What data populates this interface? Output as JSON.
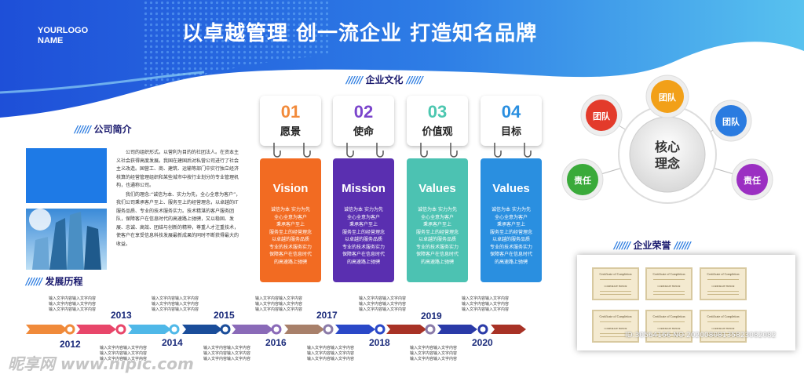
{
  "header": {
    "logo_line1": "YOURLOGO",
    "logo_line2": "NAME",
    "slogan": "以卓越管理  创一流企业  打造知名品牌"
  },
  "culture": {
    "title": "企业文化",
    "slashes": "//////",
    "slashes_after": "//////",
    "items": [
      {
        "num": "01",
        "name": "愿景",
        "en": "Vision",
        "color": "#f26b22",
        "num_color": "#f28a3a",
        "desc": [
          "诚信为本  实力为先",
          "全心全意为客户",
          "秉承客户至上",
          "服务至上的经营理念",
          "以卓越的服务品质",
          "专业的技术服务实力",
          "保障客户在信息时代",
          "的高速路上驰骋"
        ]
      },
      {
        "num": "02",
        "name": "使命",
        "en": "Mission",
        "color": "#5a2fb0",
        "num_color": "#7b45cc",
        "desc": [
          "诚信为本  实力为先",
          "全心全意为客户",
          "秉承客户至上",
          "服务至上的经营理念",
          "以卓越的服务品质",
          "专业的技术服务实力",
          "保障客户在信息时代",
          "的高速路上驰骋"
        ]
      },
      {
        "num": "03",
        "name": "价值观",
        "en": "Values",
        "color": "#4cc2b2",
        "num_color": "#4cc7b0",
        "desc": [
          "诚信为本  实力为先",
          "全心全意为客户",
          "秉承客户至上",
          "服务至上的经营理念",
          "以卓越的服务品质",
          "专业的技术服务实力",
          "保障客户在信息时代",
          "的高速路上驰骋"
        ]
      },
      {
        "num": "04",
        "name": "目标",
        "en": "Values",
        "color": "#2a8fe0",
        "num_color": "#2a8fe0",
        "desc": [
          "诚信为本  实力为先",
          "全心全意为客户",
          "秉承客户至上",
          "服务至上的经营理念",
          "以卓越的服务品质",
          "专业的技术服务实力",
          "保障客户在信息时代",
          "的高速路上驰骋"
        ]
      }
    ]
  },
  "intro": {
    "title": "公司简介",
    "slashes": "//////",
    "paragraphs": [
      "公司的组织形式。以营利为目的的社团法人。在资本主义社会获得高度发展。我国在建国后对私营公司进行了社会主义改造。国营工、商、建筑、运输等部门中实行独立经济核算的经营管理组织和某些城市中按行业划分的专业管理机构，也通称公司。",
      "我们的理念:“诚信为本、实力为先，全心全意为客户”，我们公司秉承客户至上、服务至上的经营理念，以卓越的IT服务品质、专业的技术服务实力。技术精湛的客户服务团队，保障客户在信息时代的高速路上驰骋，又以稳固、发展、忠诚、高效、团结与创新的精神，尊重人才注重技术，使客户在享受信息科技发展最新成果的同时不断获得最大的收益。"
    ]
  },
  "core": {
    "center_line1": "核心",
    "center_line2": "理念",
    "nodes": [
      {
        "label": "团队",
        "color": "#e33b2b"
      },
      {
        "label": "团队",
        "color": "#f2a018"
      },
      {
        "label": "团队",
        "color": "#2a7be0"
      },
      {
        "label": "责任",
        "color": "#3aaa3a"
      },
      {
        "label": "责任",
        "color": "#9b2fc2"
      }
    ]
  },
  "honor": {
    "title": "企业荣誉",
    "slashes": "//////",
    "slashes_after": "//////",
    "cert_title": "Certificate of Completion",
    "cert_name": "CORPORATE HONOR"
  },
  "timeline": {
    "title": "发展历程",
    "slashes": "//////",
    "years": [
      "2012",
      "2013",
      "2014",
      "2015",
      "2016",
      "2017",
      "2018",
      "2019",
      "2020"
    ],
    "text_line": "输入文字内容输入文字内容",
    "colors": [
      "#f08a3a",
      "#e8466a",
      "#4fb8e8",
      "#1a4d9a",
      "#8a6ab8",
      "#a8806a",
      "#2a48c8",
      "#a83226",
      "#2a3aa8",
      "#a83226",
      "#a83226"
    ]
  },
  "watermark": {
    "left": "昵享网 www.nipic.com",
    "right": "ID:30564166 NO:20200808135823082082"
  }
}
